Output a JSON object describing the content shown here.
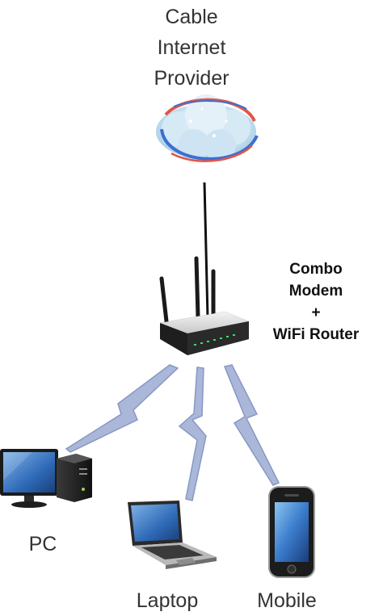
{
  "isp": {
    "line1": "Cable",
    "line2": "Internet",
    "line3": "Provider",
    "icon": "cloud-globe-icon"
  },
  "router": {
    "line1": "Combo",
    "line2": "Modem",
    "line3": "+",
    "line4": "WiFi Router",
    "icon": "wifi-router-icon"
  },
  "devices": {
    "pc": {
      "label": "PC",
      "icon": "desktop-pc-icon"
    },
    "laptop": {
      "label": "Laptop",
      "icon": "laptop-icon"
    },
    "mobile": {
      "label": "Mobile",
      "icon": "mobile-phone-icon"
    }
  },
  "colors": {
    "wireless_link": "#aab7d8",
    "wireless_stroke": "#8798c4",
    "cable": "#111111",
    "cloud_ring_red": "#e0564a",
    "cloud_ring_blue": "#3b6fd3"
  }
}
